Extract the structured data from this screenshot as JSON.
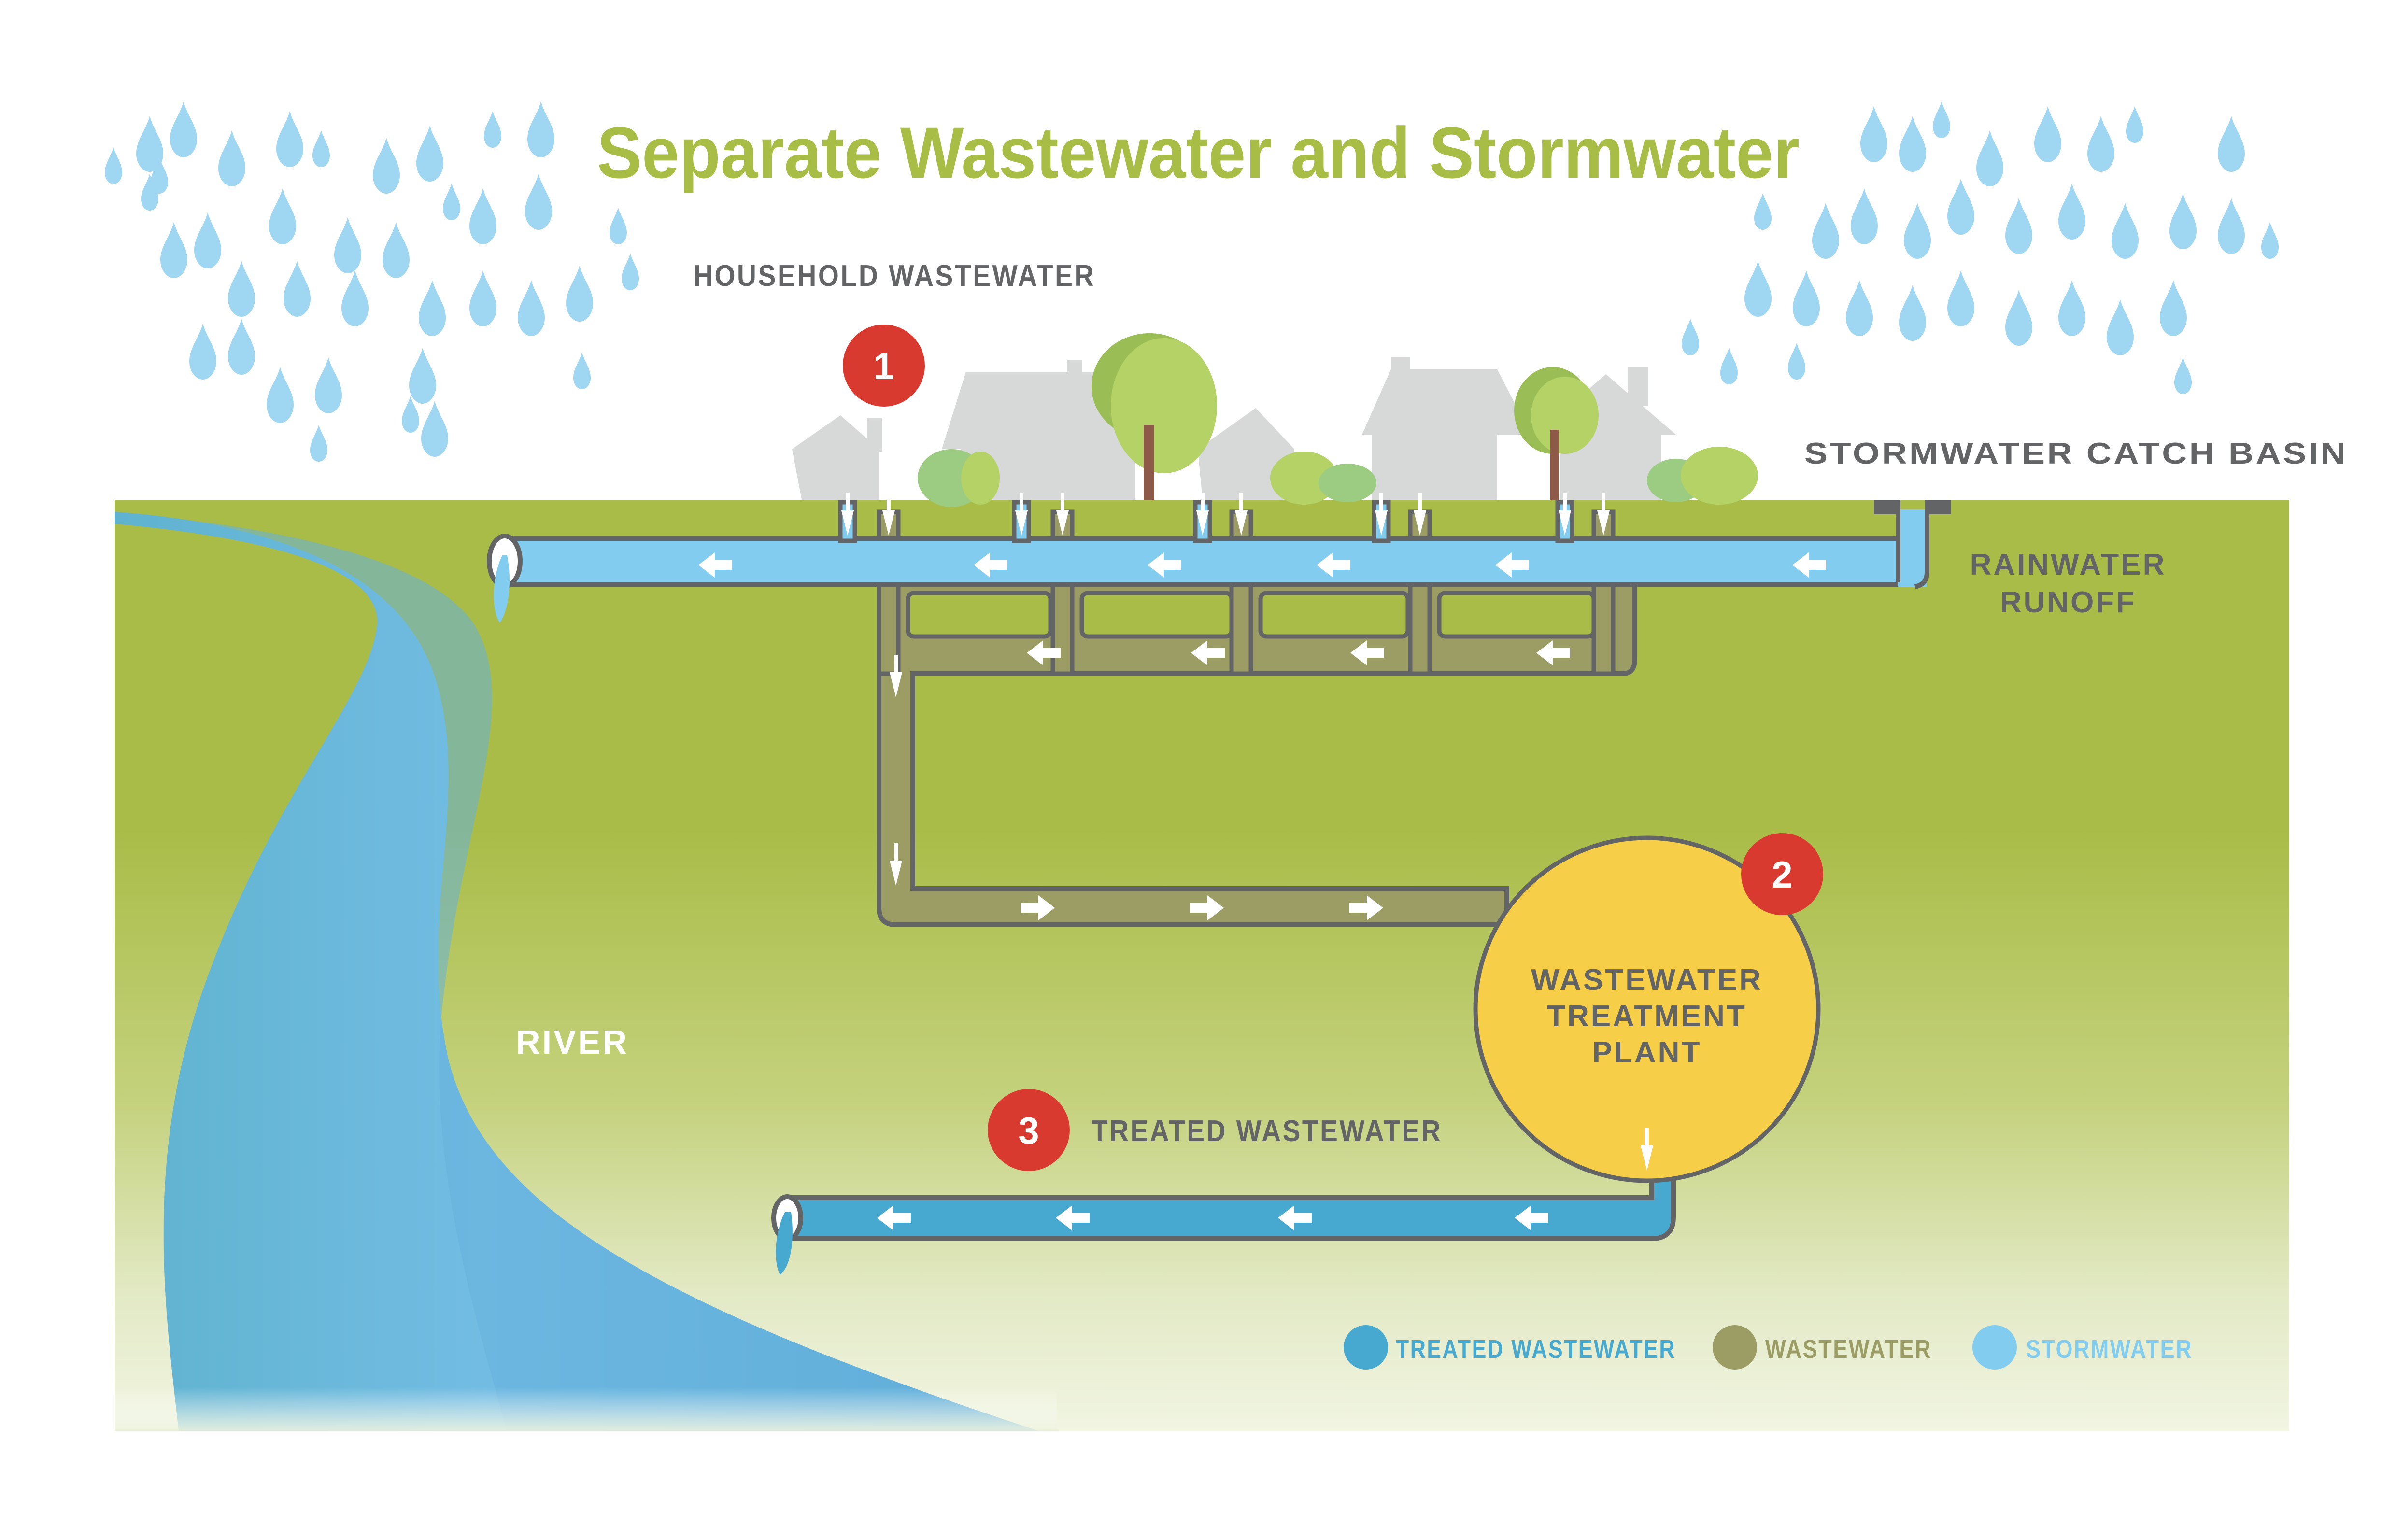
{
  "title": "Separate Wastewater and Stormwater",
  "labels": {
    "household_wastewater": "HOUSEHOLD WASTEWATER",
    "stormwater_catch_basin": "STORMWATER CATCH BASIN",
    "rainwater_runoff_line1": "RAINWATER",
    "rainwater_runoff_line2": "RUNOFF",
    "river": "RIVER",
    "treatment_plant_line1": "WASTEWATER",
    "treatment_plant_line2": "TREATMENT",
    "treatment_plant_line3": "PLANT",
    "treated_wastewater": "TREATED WASTEWATER"
  },
  "steps": [
    {
      "number": "1",
      "label": "HOUSEHOLD WASTEWATER"
    },
    {
      "number": "2",
      "label": "WASTEWATER TREATMENT PLANT"
    },
    {
      "number": "3",
      "label": "TREATED WASTEWATER"
    }
  ],
  "legend": [
    {
      "label": "TREATED WASTEWATER",
      "color": "#47a9cf"
    },
    {
      "label": "WASTEWATER",
      "color": "#9b9d65"
    },
    {
      "label": "STORMWATER",
      "color": "#82ccef"
    }
  ],
  "colors": {
    "title": "#a8bd45",
    "label_text": "#636466",
    "grass": "#a9bc47",
    "stormwater": "#82ccef",
    "wastewater": "#9b9d65",
    "treated_wastewater": "#47a9cf",
    "treatment_plant": "#f7ce47",
    "step_badge": "#d93a2f",
    "pipe_outline": "#636466",
    "house": "#d7d9d8",
    "rain": "#9fd6f1"
  }
}
